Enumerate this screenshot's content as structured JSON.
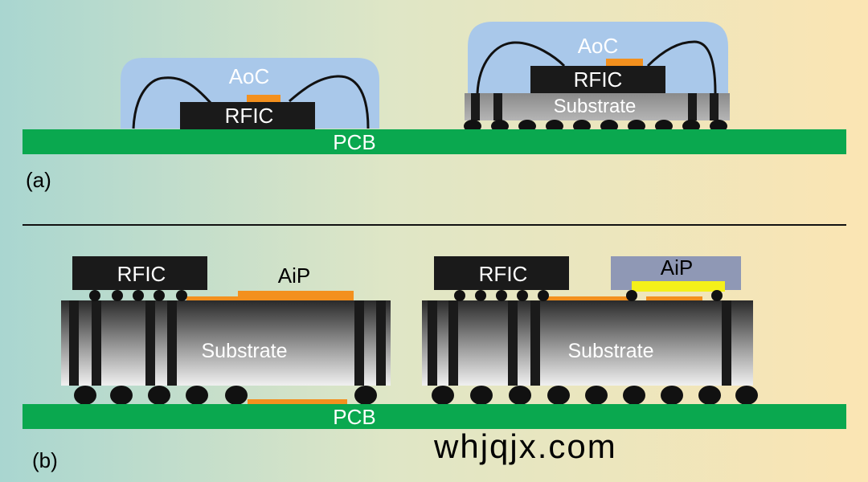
{
  "panel_a": {
    "caption": "(a)",
    "pcb_label": "PCB",
    "left_package": {
      "cover_label": "AoC",
      "chip_label": "RFIC"
    },
    "right_package": {
      "cover_label": "AoC",
      "chip_label": "RFIC",
      "substrate_label": "Substrate"
    }
  },
  "panel_b": {
    "caption": "(b)",
    "pcb_label": "PCB",
    "left_package": {
      "chip_label": "RFIC",
      "antenna_label": "AiP",
      "substrate_label": "Substrate"
    },
    "right_package": {
      "chip_label": "RFIC",
      "antenna_label": "AiP",
      "substrate_label": "Substrate"
    }
  },
  "watermark": "whjqjx.com",
  "colors": {
    "pcb": "#0aa84f",
    "cover": "#a9c8ea",
    "chip": "#1a1a1a",
    "pad": "#f3901e",
    "antenna_die": "#f4f01a",
    "aip_cover": "#8f98b5"
  }
}
